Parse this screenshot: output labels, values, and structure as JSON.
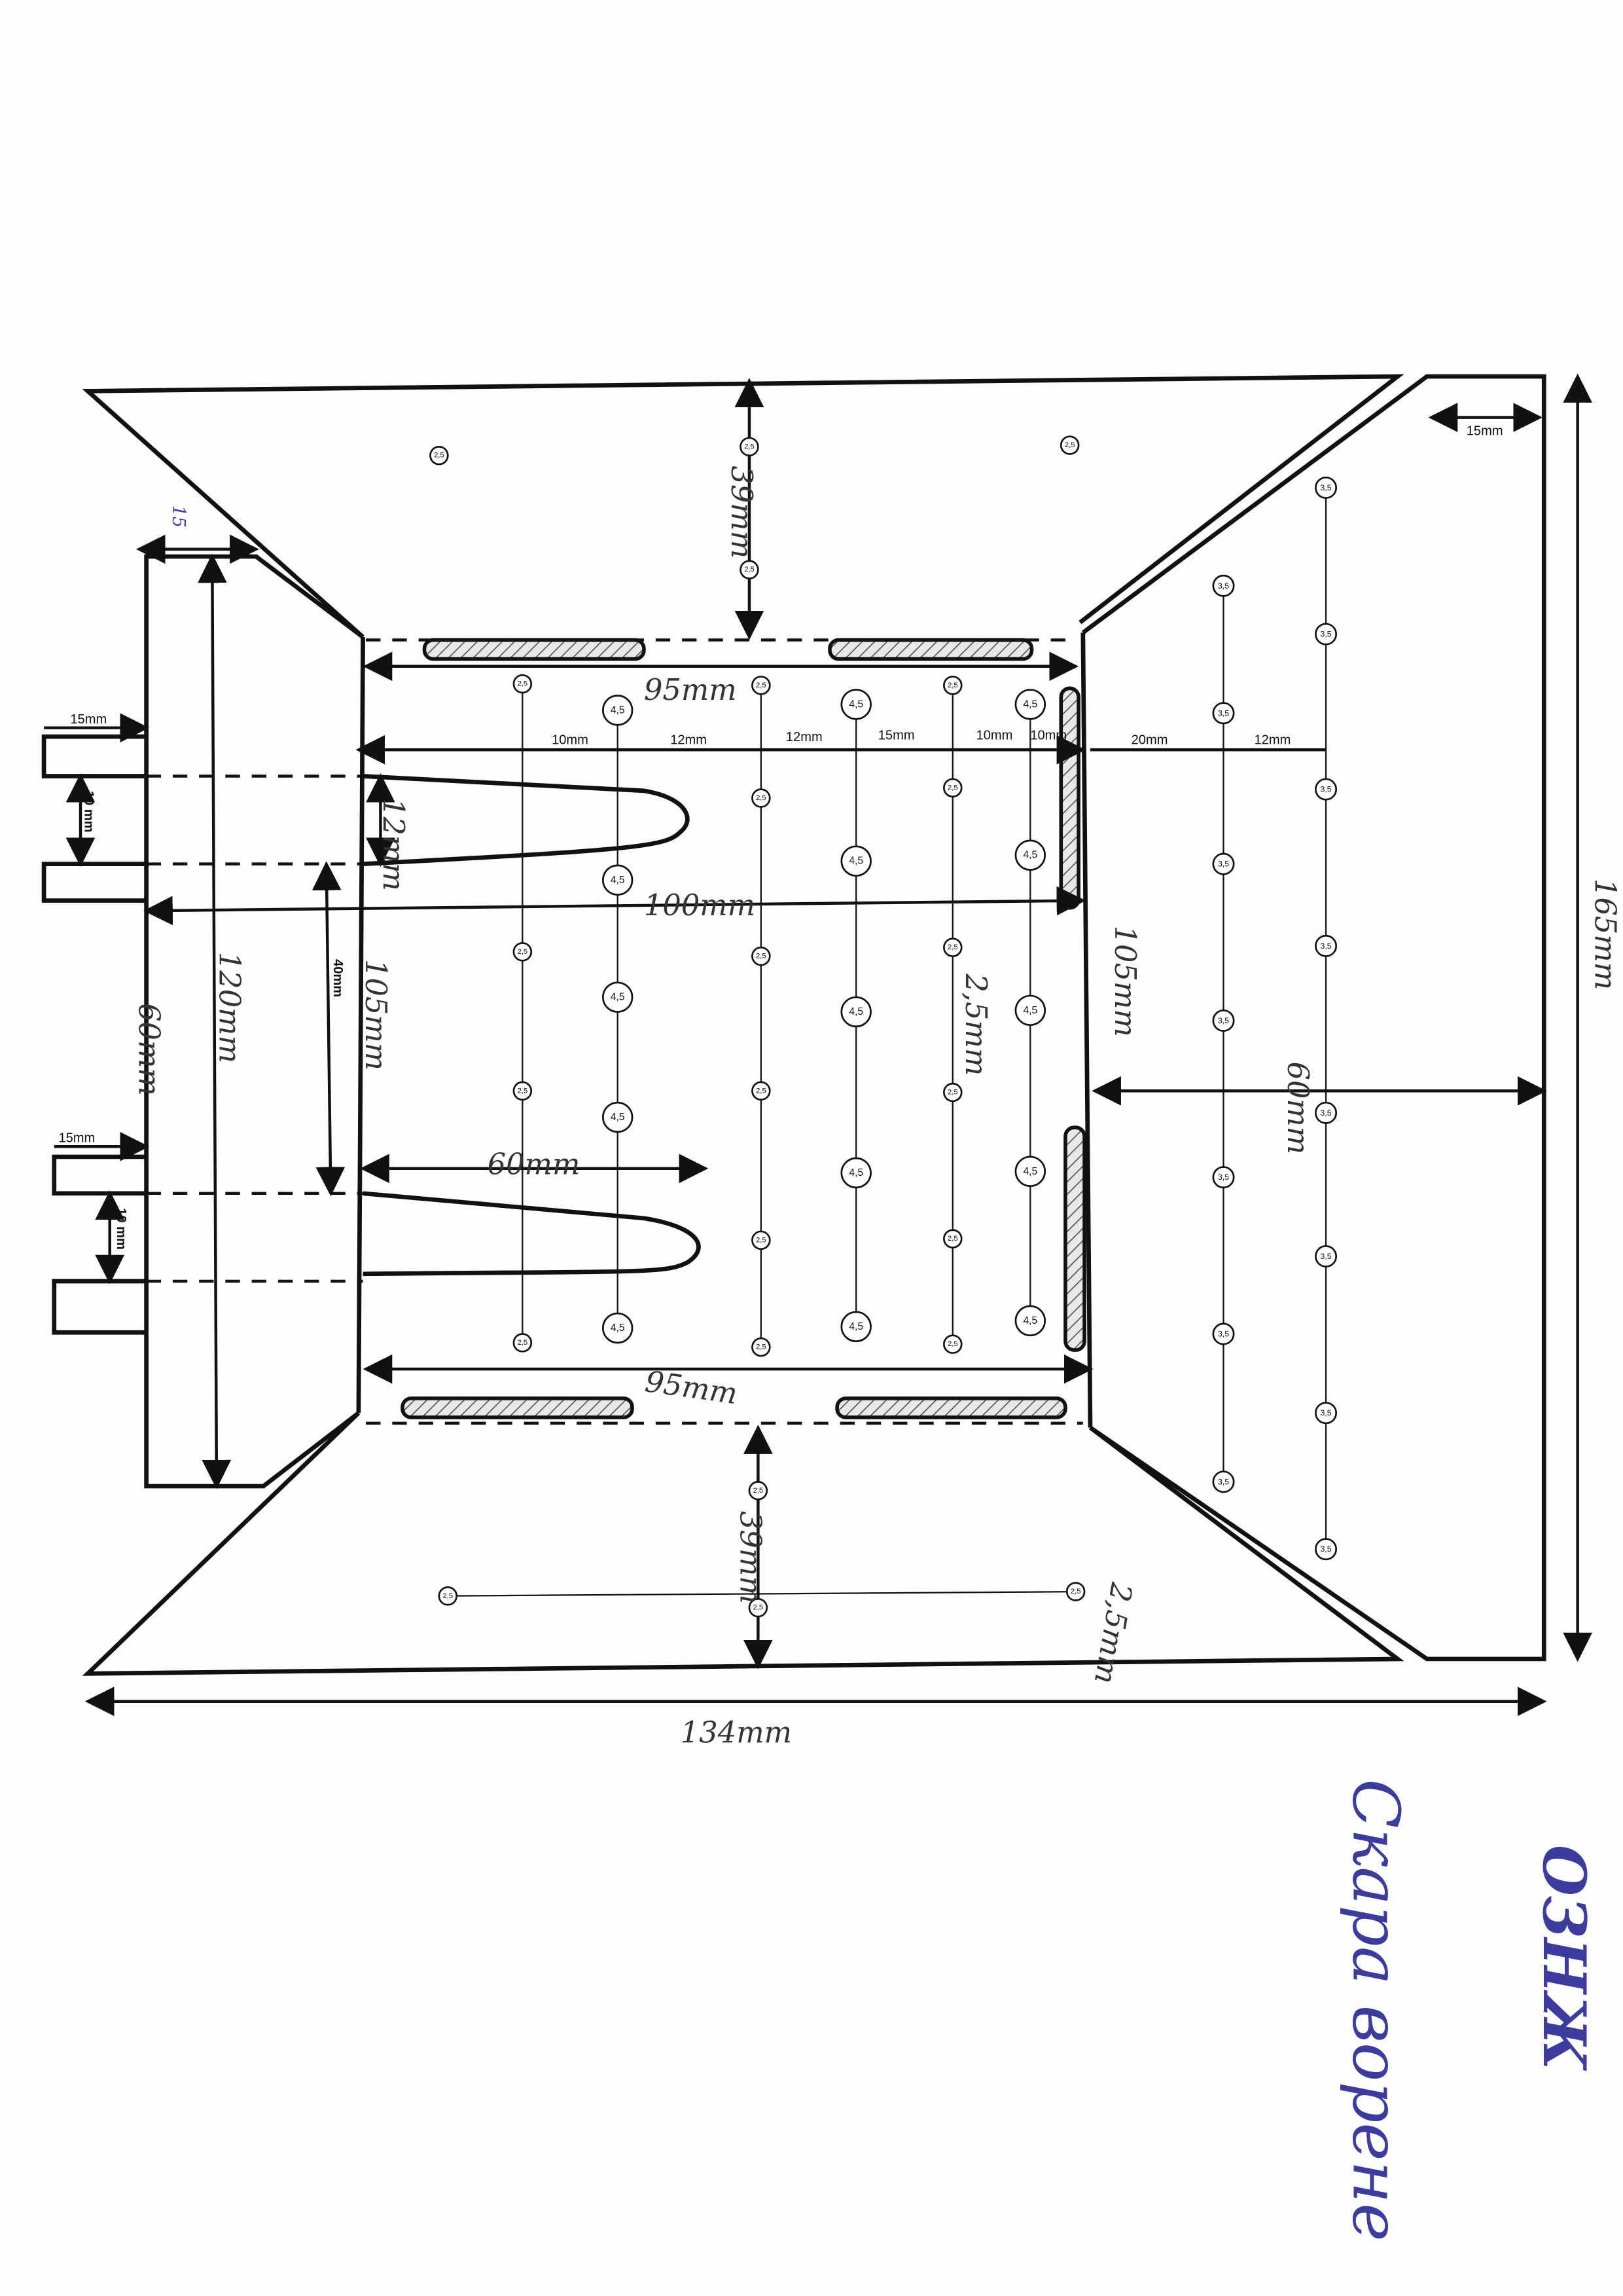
{
  "dimensions": {
    "top_95": "95mm",
    "top_39": "39mm",
    "bottom_95": "95mm",
    "bottom_39": "39mm",
    "width_134": "134mm",
    "height_165": "165mm",
    "right_15": "15mm",
    "inner_100": "100mm",
    "left_105": "105mm",
    "right_105": "105mm",
    "left_40": "40mm",
    "left_120": "120mm",
    "left_60": "60mm",
    "right_60": "60mm",
    "notch_60": "60mm",
    "notch_12": "12mm",
    "mid_25": "2,5mm",
    "bottom_25": "2,5mm",
    "tab_15_top": "15mm",
    "tab_15_bottom": "15mm",
    "tab_10_top": "10 mm",
    "tab_10_bottom": "10 mm",
    "blue_15": "15"
  },
  "spacings": [
    "10mm",
    "12mm",
    "12mm",
    "15mm",
    "10mm",
    "10mm",
    "20mm",
    "12mm"
  ],
  "hole_labels": {
    "small": "2,5",
    "medium": "3,5",
    "large": "4,5"
  },
  "handwriting": {
    "note_1": "Скара ворене",
    "note_2": "ОЗНЖ"
  }
}
